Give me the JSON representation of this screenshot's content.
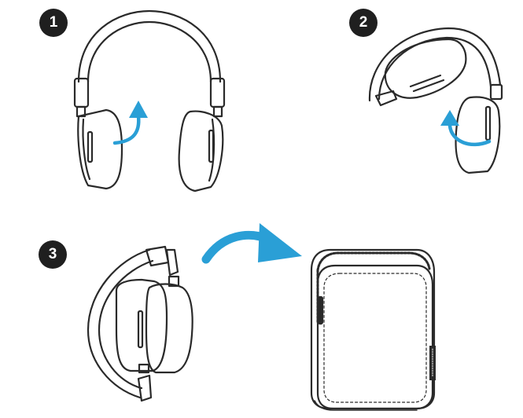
{
  "steps": [
    {
      "number": "1"
    },
    {
      "number": "2"
    },
    {
      "number": "3"
    }
  ],
  "colors": {
    "arrow": "#2a9fd6",
    "outline": "#2a2a2a",
    "badge": "#1f1f1f"
  },
  "icons": [
    "curved-arrow-icon",
    "headphones-illustration",
    "carry-case-illustration"
  ]
}
